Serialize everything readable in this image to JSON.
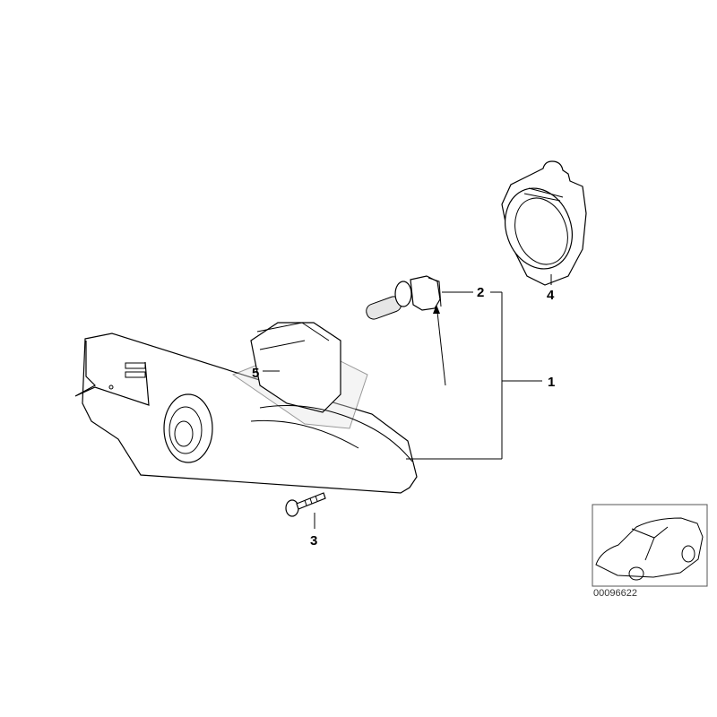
{
  "callouts": [
    {
      "id": "1",
      "text": "1"
    },
    {
      "id": "2",
      "text": "2"
    },
    {
      "id": "3",
      "text": "3"
    },
    {
      "id": "4",
      "text": "4"
    },
    {
      "id": "5",
      "text": "5"
    }
  ],
  "inset": {
    "code": "00096622"
  },
  "colors": {
    "line": "#000000",
    "background": "#ffffff",
    "fill": "#e6e6e6"
  }
}
